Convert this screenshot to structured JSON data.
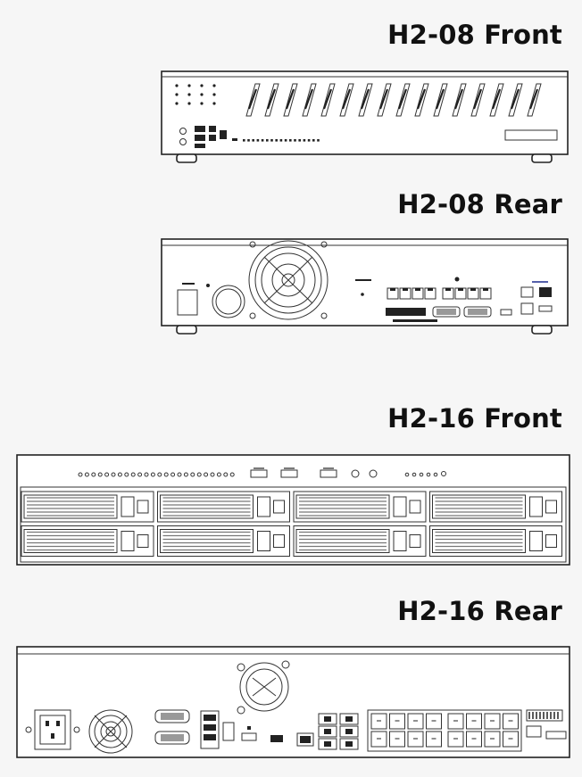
{
  "labels": {
    "h208_front": "H2-08 Front",
    "h208_rear": "H2-08 Rear",
    "h216_front": "H2-16 Front",
    "h216_rear": "H2-16 Rear"
  },
  "colors": {
    "line": "#222222",
    "background": "#f6f6f6",
    "panel": "#ffffff"
  }
}
